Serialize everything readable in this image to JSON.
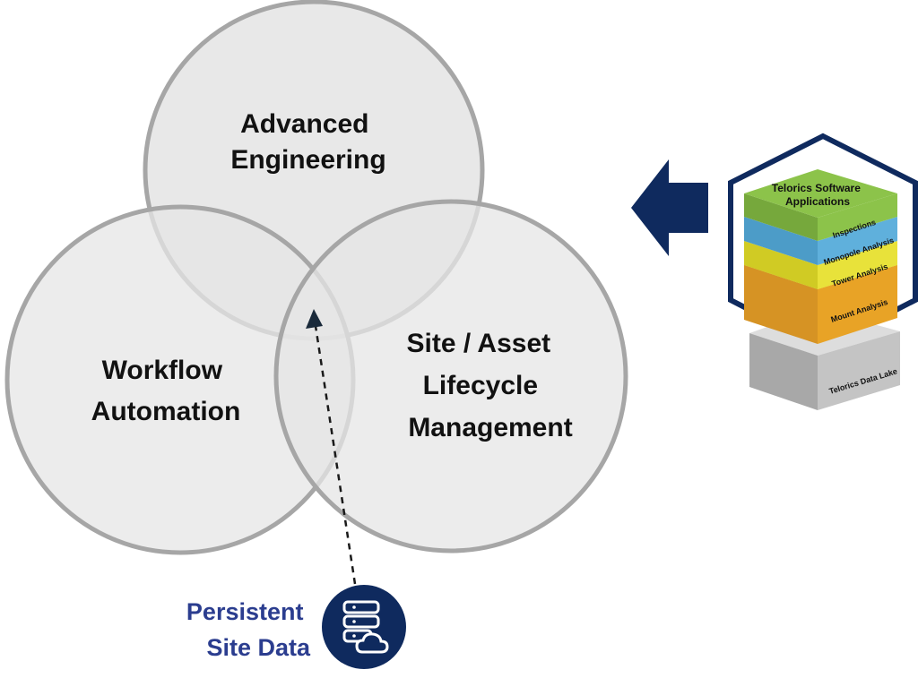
{
  "venn": {
    "advanced_engineering": [
      "Advanced",
      "Engineering"
    ],
    "workflow_automation": [
      "Workflow",
      "Automation"
    ],
    "site_asset_lifecycle": [
      "Site / Asset",
      "Lifecycle",
      "Management"
    ]
  },
  "persistent_data": {
    "label": [
      "Persistent",
      "Site Data"
    ],
    "icon": "database-cloud-icon"
  },
  "software_stack": {
    "title": [
      "Telorics Software",
      "Applications"
    ],
    "layers": [
      "Inspections",
      "Monopole Analysis",
      "Tower Analysis",
      "Mount Analysis"
    ],
    "base_label": "Telorics Data Lake"
  },
  "colors": {
    "circle_fill": "#e6e6e6",
    "circle_stroke": "#a6a6a6",
    "navy": "#0f2a5e",
    "data_text": "#2b3d8f",
    "layer_green": "#8cc34a",
    "layer_blue": "#5fb0dc",
    "layer_yellow": "#e8e23a",
    "layer_orange": "#e8a326",
    "base_gray": "#bfbfbf"
  }
}
